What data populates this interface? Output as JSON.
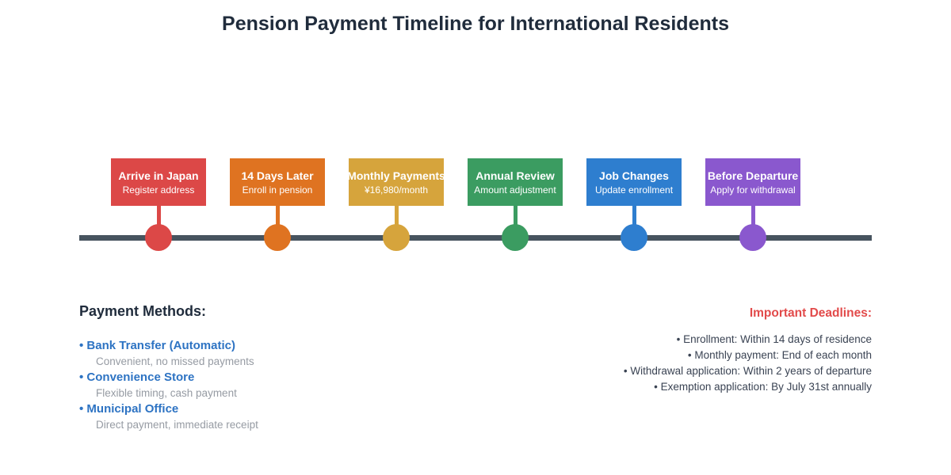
{
  "title": "Pension Payment Timeline for International Residents",
  "timeline": {
    "line_color": "#47545F",
    "events": [
      {
        "title": "Arrive in Japan",
        "subtitle": "Register address",
        "color": "#DC4847"
      },
      {
        "title": "14 Days Later",
        "subtitle": "Enroll in pension",
        "color": "#DF7321"
      },
      {
        "title": "Monthly Payments",
        "subtitle": "¥16,980/month",
        "color": "#D6A43C"
      },
      {
        "title": "Annual Review",
        "subtitle": "Amount adjustment",
        "color": "#3B9C61"
      },
      {
        "title": "Job Changes",
        "subtitle": "Update enrollment",
        "color": "#2E7ECF"
      },
      {
        "title": "Before Departure",
        "subtitle": "Apply for withdrawal",
        "color": "#8A58CE"
      }
    ]
  },
  "payment_methods": {
    "heading": "Payment Methods:",
    "label_color": "#2D73C3",
    "description_color": "#969BA3",
    "items": [
      {
        "label": "• Bank Transfer (Automatic)",
        "description": "Convenient, no missed payments"
      },
      {
        "label": "• Convenience Store",
        "description": "Flexible timing, cash payment"
      },
      {
        "label": "• Municipal Office",
        "description": "Direct payment, immediate receipt"
      }
    ]
  },
  "deadlines": {
    "heading": "Important Deadlines:",
    "heading_color": "#E24A4A",
    "items": [
      "• Enrollment: Within 14 days of residence",
      "• Monthly payment: End of each month",
      "• Withdrawal application: Within 2 years of departure",
      "• Exemption application: By July 31st annually"
    ]
  }
}
